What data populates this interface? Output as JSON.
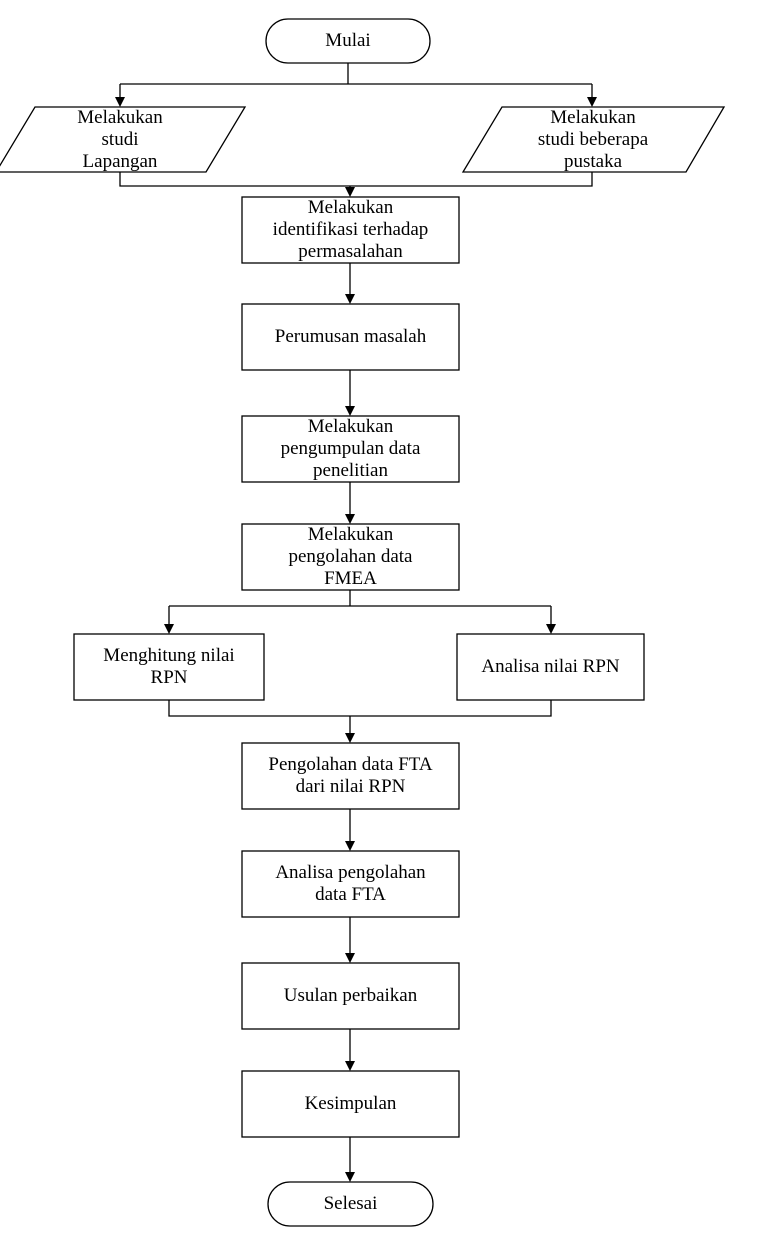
{
  "flowchart": {
    "start": "Mulai",
    "field_study": "Melakukan\nstudi\nLapangan",
    "literature_study": "Melakukan\nstudi beberapa\npustaka",
    "identify_problem": "Melakukan\nidentifikasi terhadap\npermasalahan",
    "problem_formulation": "Perumusan masalah",
    "collect_data": "Melakukan\npengumpulan data\npenelitian",
    "process_fmea": "Melakukan\npengolahan data\nFMEA",
    "compute_rpn": "Menghitung nilai\nRPN",
    "analyze_rpn": "Analisa nilai RPN",
    "process_fta": "Pengolahan data FTA\ndari nilai RPN",
    "analyze_fta": "Analisa pengolahan\ndata FTA",
    "improvement": "Usulan perbaikan",
    "conclusion": "Kesimpulan",
    "end": "Selesai"
  }
}
